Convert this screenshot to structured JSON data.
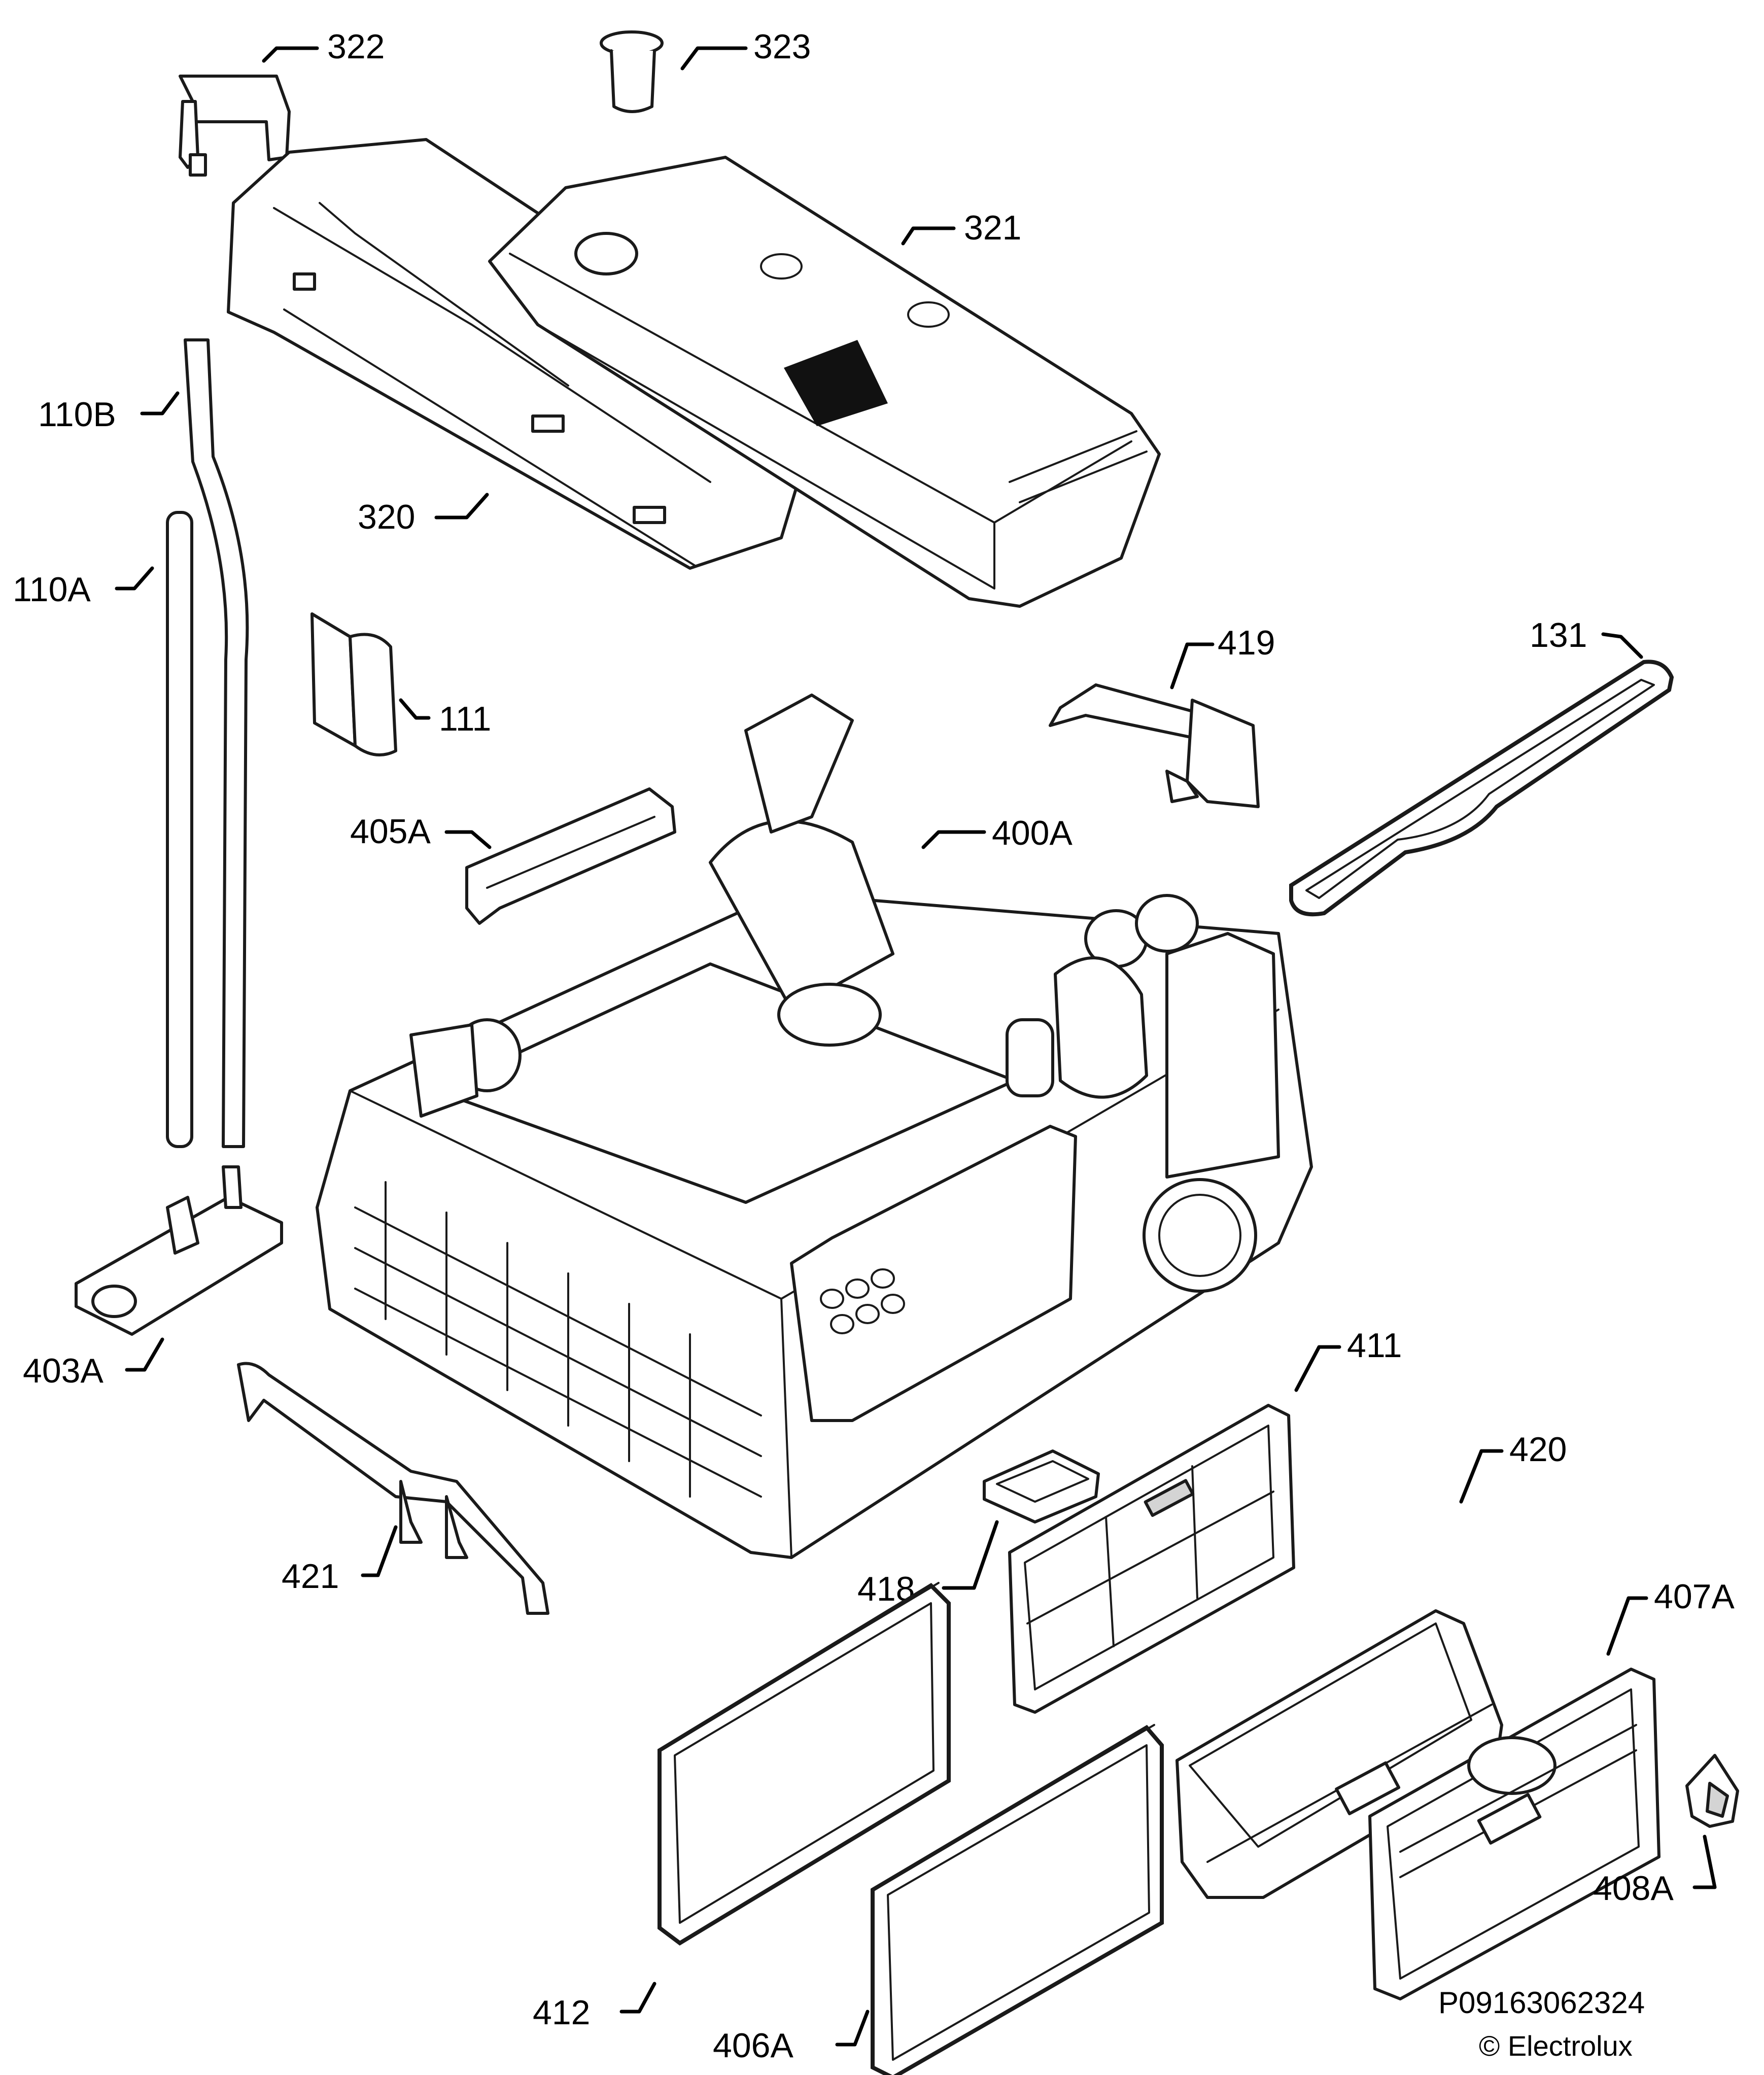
{
  "callouts": {
    "p322": "322",
    "p323": "323",
    "p321": "321",
    "p110B": "110B",
    "p320": "320",
    "p110A": "110A",
    "p111": "111",
    "p419": "419",
    "p131": "131",
    "p405A": "405A",
    "p400A": "400A",
    "p403A": "403A",
    "p411": "411",
    "p420": "420",
    "p407A": "407A",
    "p418": "418",
    "p421": "421",
    "p412": "412",
    "p408A": "408A",
    "p406A": "406A"
  },
  "footer": {
    "code": "P09163062324",
    "copyright": "© Electrolux"
  }
}
